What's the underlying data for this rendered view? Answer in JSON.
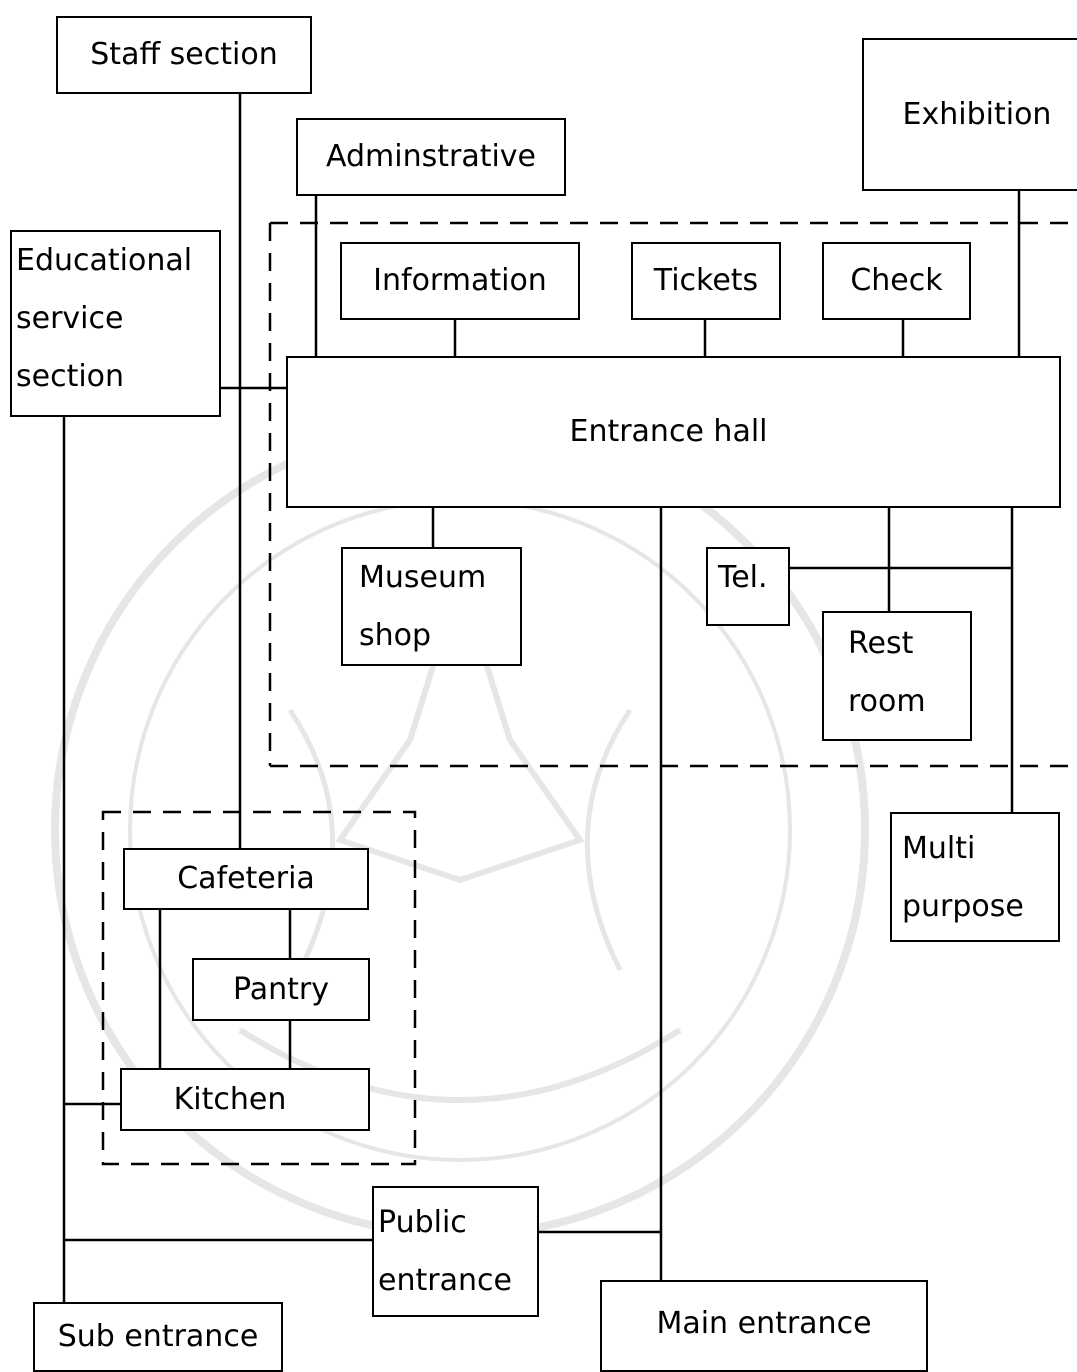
{
  "diagram": {
    "boxes": {
      "staff_section": "Staff section",
      "administrative": "Adminstrative",
      "exhibition": "Exhibition",
      "educational": [
        "Educational",
        "service",
        "section"
      ],
      "information": "Information",
      "tickets": "Tickets",
      "check": "Check",
      "entrance_hall": "Entrance hall",
      "museum_shop": [
        "Museum",
        "shop"
      ],
      "tel": "Tel.",
      "rest_room": [
        "Rest",
        "room"
      ],
      "multipurpose": [
        "Multi",
        "purpose"
      ],
      "cafeteria": "Cafeteria",
      "pantry": "Pantry",
      "kitchen": "Kitchen",
      "public_entrance": [
        "Public",
        "entrance"
      ],
      "sub_entrance": "Sub entrance",
      "main_entrance": "Main entrance"
    },
    "line_color": "#000000",
    "watermark_color": "#7a7a7a"
  }
}
